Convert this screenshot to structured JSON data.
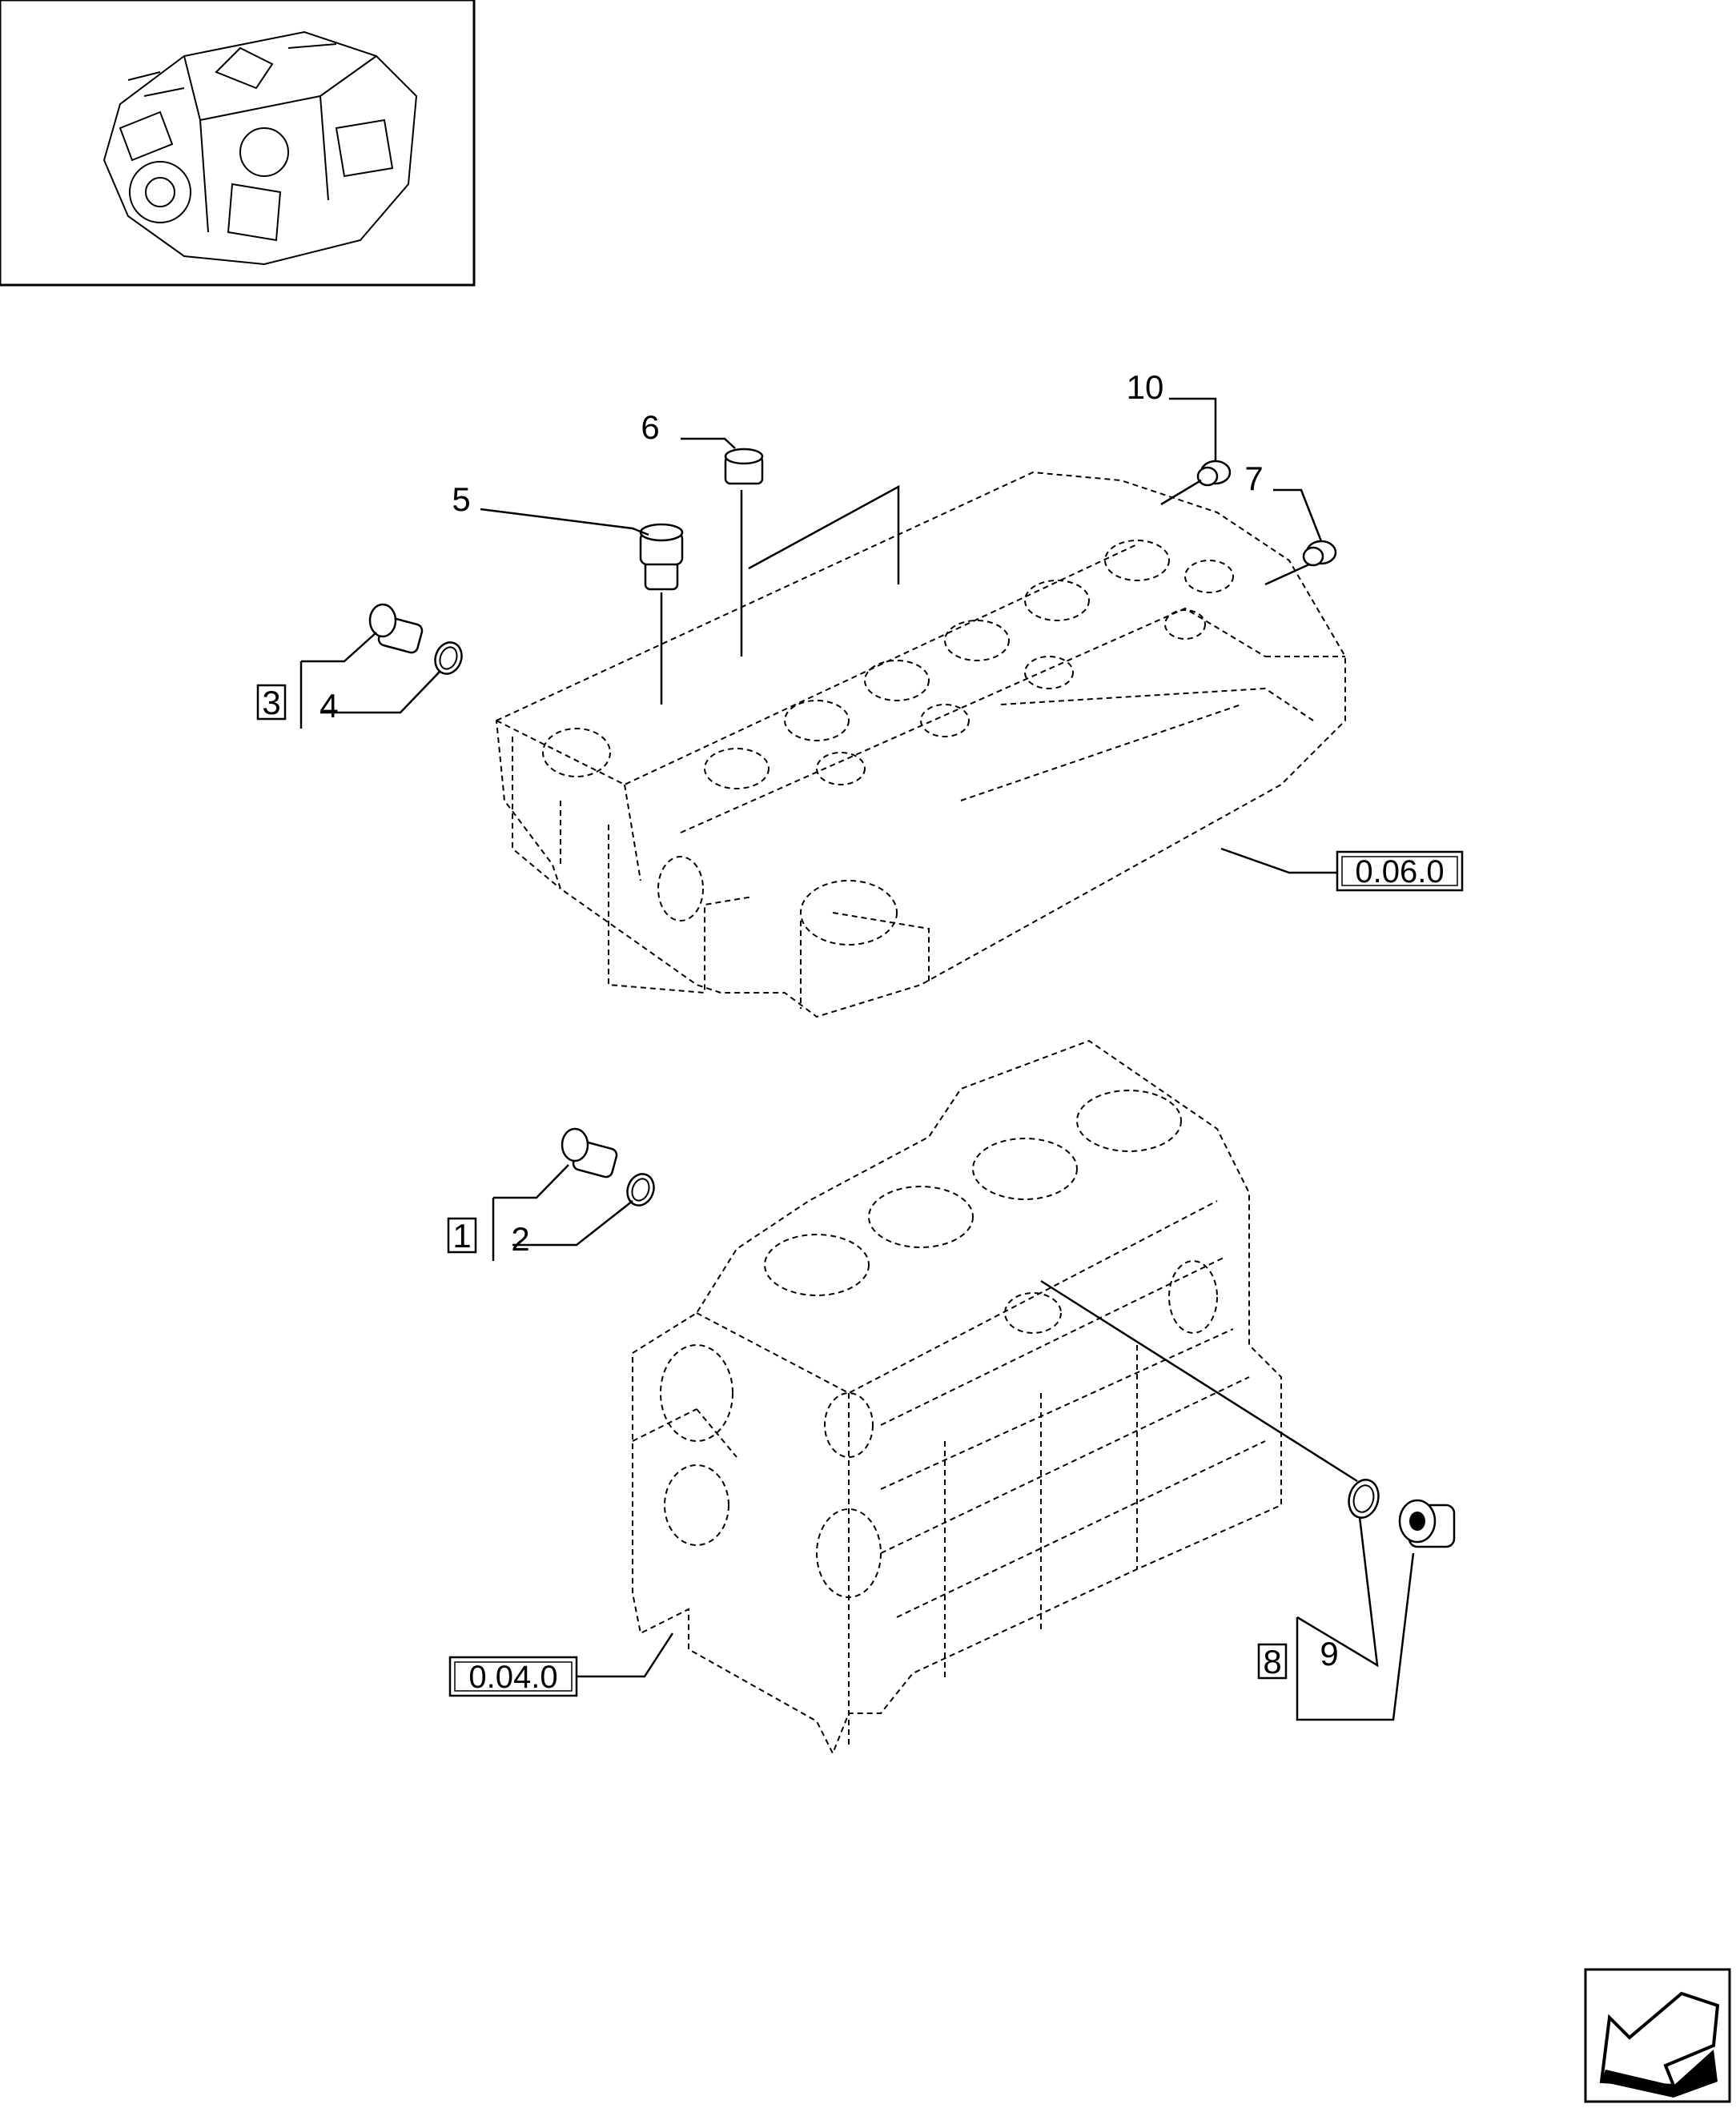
{
  "thumbnail": {
    "icon": "engine-thumbnail-icon"
  },
  "callouts": {
    "c1": "1",
    "c2": "2",
    "c3": "3",
    "c4": "4",
    "c5": "5",
    "c6": "6",
    "c7": "7",
    "c8": "8",
    "c9": "9",
    "c10": "10"
  },
  "references": {
    "cylinder_head": "0.06.0",
    "engine_block": "0.04.0"
  },
  "nav": {
    "icon": "next-page-arrow-icon"
  }
}
